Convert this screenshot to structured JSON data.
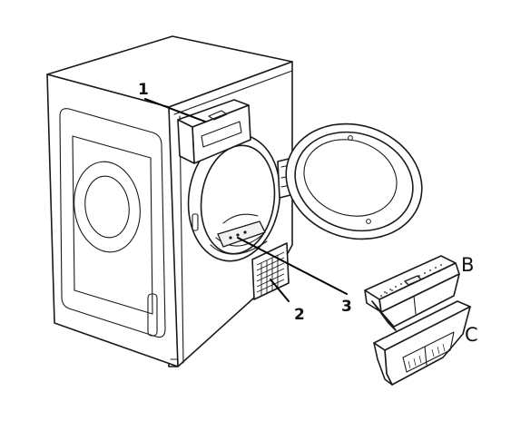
{
  "callouts": {
    "c1": "1",
    "c2": "2",
    "c3": "3",
    "cB": "B",
    "cC": "C"
  },
  "icons": {
    "dryer": "tumble-dryer-illustration",
    "filter": "lint-filter-illustration",
    "grille": "grille-vent-icon"
  }
}
